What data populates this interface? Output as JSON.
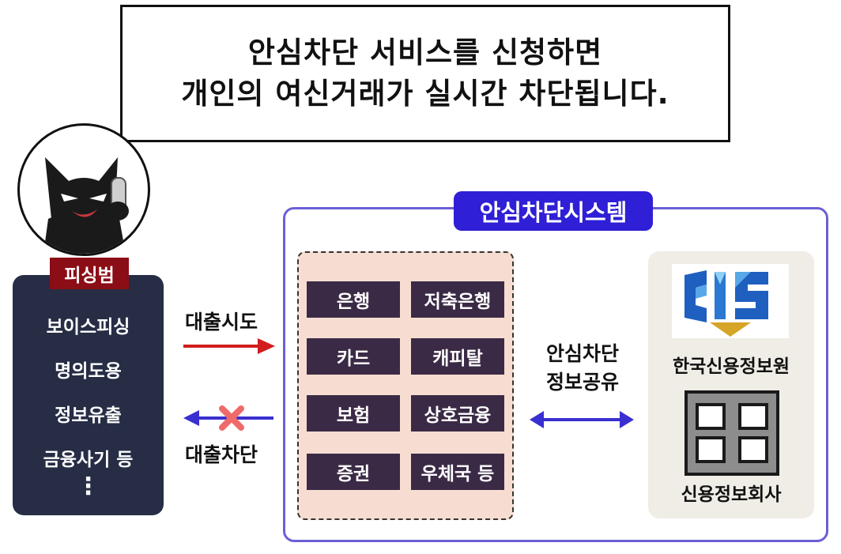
{
  "headline": {
    "line1": "안심차단 서비스를 신청하면",
    "line2": "개인의 여신거래가 실시간 차단됩니다."
  },
  "phisher": {
    "label": "피싱범",
    "items": [
      "보이스피싱",
      "명의도용",
      "정보유출",
      "금융사기 등"
    ],
    "more": "⋮"
  },
  "arrows": {
    "loan_attempt": "대출시도",
    "loan_blocked": "대출차단"
  },
  "system": {
    "title": "안심차단시스템",
    "institutions": [
      "은행",
      "저축은행",
      "카드",
      "캐피탈",
      "보험",
      "상호금융",
      "증권",
      "우체국 등"
    ],
    "sharing_line1": "안심차단",
    "sharing_line2": "정보공유",
    "kcis_name": "한국신용정보원",
    "credit_bureau_name": "신용정보회사"
  },
  "colors": {
    "phisher_panel": "#262d45",
    "phisher_label": "#8b0d15",
    "system_border": "#6b5fd6",
    "system_title": "#2f1fd6",
    "institution_bg": "#f7ddd1",
    "institution_box": "#3b2a45",
    "attempt_arrow": "#d21d1d",
    "blocked_arrow": "#3a2fd0",
    "blocked_x": "#ef6b6b"
  },
  "icons": {
    "avatar": "phisher-cat-on-phone-icon",
    "block": "x-mark-icon",
    "kcis_logo": "kcis-logo-icon",
    "building": "building-icon"
  }
}
